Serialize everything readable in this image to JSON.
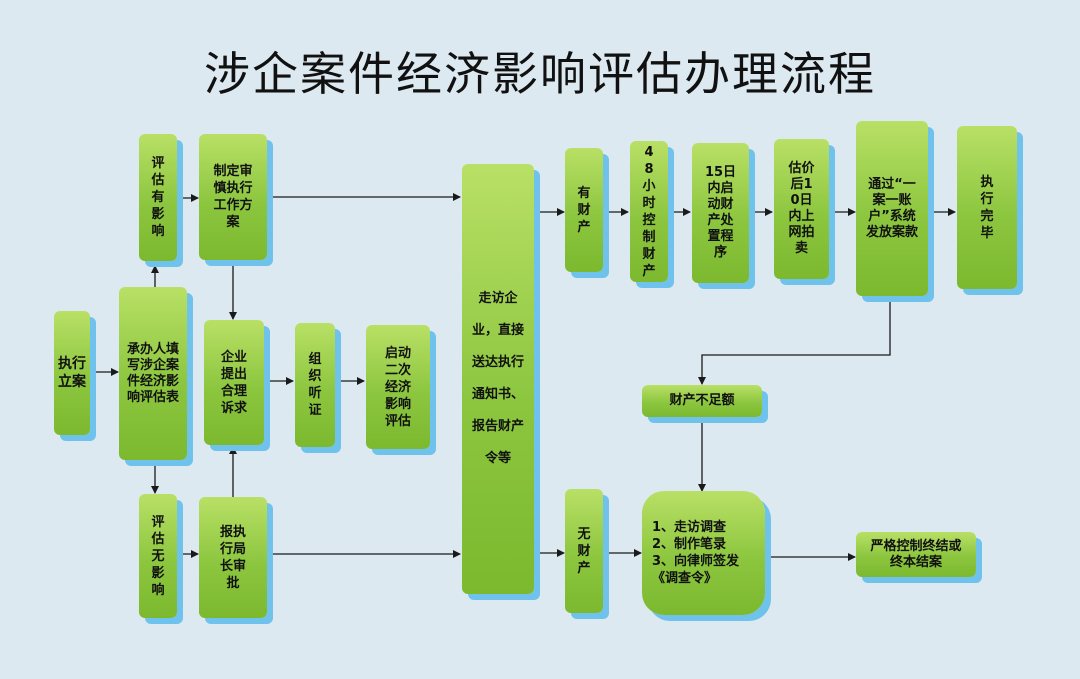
{
  "title": "涉企案件经济影响评估办理流程",
  "nodes": {
    "zhixing_lian": "执行立案",
    "chengban": "承办人填写涉企案件经济影响评估表",
    "you_yingxiang": "评估有影响",
    "wu_yingxiang": "评估无影响",
    "zhiding": "制定审慎执行工作方案",
    "baopi": "报执行局长审批",
    "qiye_tichu": "企业提出合理诉求",
    "zuzhi_tingzheng": "组织听证",
    "qidong_ercì": "启动二次经济影响评估",
    "zoufang": "走访企业，直接送达执行通知书、报告财产令等",
    "you_caichan": "有财产",
    "wu_caichan": "无财产",
    "kongzhi_48": "48小时控制财产",
    "ri_15": "15日内启动财产处置程序",
    "gujia": "估价后10日内上网拍卖",
    "yi_an": "通过“一案一账户”系统发放案款",
    "wanbi": "执行完毕",
    "buzu": "财产不足额",
    "diaocha": "1、走访调查\n2、制作笔录\n3、向律师签发《调查令》",
    "yange": "严格控制终结或终本结案"
  },
  "colors": {
    "box": "#8cc63f",
    "shadow": "#6ec2ec",
    "arrow": "#1a1a1a",
    "background": "#dde9f1"
  }
}
